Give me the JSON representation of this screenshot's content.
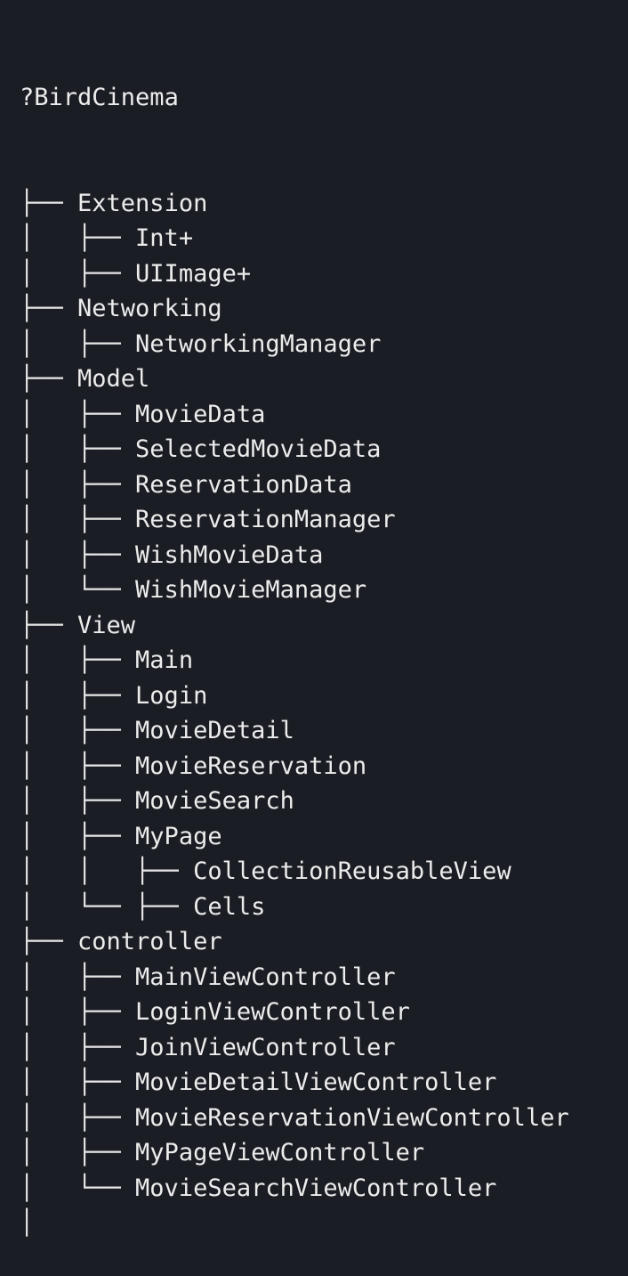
{
  "root": {
    "icon": "?",
    "name": "BirdCinema"
  },
  "lines": [
    {
      "prefix": "├── ",
      "label": "Extension"
    },
    {
      "prefix": "│   ├── ",
      "label": "Int+"
    },
    {
      "prefix": "│   ├── ",
      "label": "UIImage+"
    },
    {
      "prefix": "├── ",
      "label": "Networking"
    },
    {
      "prefix": "│   ├── ",
      "label": "NetworkingManager"
    },
    {
      "prefix": "├── ",
      "label": "Model"
    },
    {
      "prefix": "│   ├── ",
      "label": "MovieData"
    },
    {
      "prefix": "│   ├── ",
      "label": "SelectedMovieData"
    },
    {
      "prefix": "│   ├── ",
      "label": "ReservationData"
    },
    {
      "prefix": "│   ├── ",
      "label": "ReservationManager"
    },
    {
      "prefix": "│   ├── ",
      "label": "WishMovieData"
    },
    {
      "prefix": "│   └── ",
      "label": "WishMovieManager"
    },
    {
      "prefix": "├── ",
      "label": "View"
    },
    {
      "prefix": "│   ├── ",
      "label": "Main"
    },
    {
      "prefix": "│   ├── ",
      "label": "Login"
    },
    {
      "prefix": "│   ├── ",
      "label": "MovieDetail"
    },
    {
      "prefix": "│   ├── ",
      "label": "MovieReservation"
    },
    {
      "prefix": "│   ├── ",
      "label": "MovieSearch"
    },
    {
      "prefix": "│   ├── ",
      "label": "MyPage"
    },
    {
      "prefix": "│   │   ├── ",
      "label": "CollectionReusableView"
    },
    {
      "prefix": "│   └── ├── ",
      "label": "Cells"
    },
    {
      "prefix": "├── ",
      "label": "controller"
    },
    {
      "prefix": "│   ├── ",
      "label": "MainViewController"
    },
    {
      "prefix": "│   ├── ",
      "label": "LoginViewController"
    },
    {
      "prefix": "│   ├── ",
      "label": "JoinViewController"
    },
    {
      "prefix": "│   ├── ",
      "label": "MovieDetailViewController"
    },
    {
      "prefix": "│   ├── ",
      "label": "MovieReservationViewController"
    },
    {
      "prefix": "│   ├── ",
      "label": "MyPageViewController"
    },
    {
      "prefix": "│   └── ",
      "label": "MovieSearchViewController"
    },
    {
      "prefix": "│",
      "label": ""
    }
  ]
}
